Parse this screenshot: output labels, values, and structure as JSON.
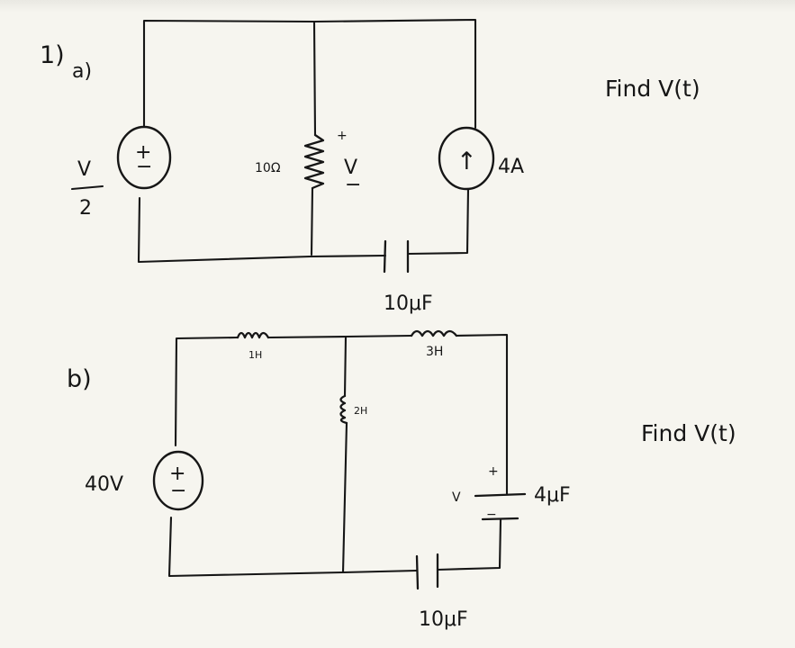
{
  "problem_number": "1)",
  "part_a": {
    "label": "a)",
    "task": "Find V(t)",
    "voltage_source_plus": "+",
    "voltage_source_minus": "−",
    "dep_source_num": "V",
    "dep_source_den": "2",
    "resistor_label": "10Ω",
    "resistor_plus": "+",
    "resistor_v": "V",
    "resistor_minus": "−",
    "current_source_arrow": "↑",
    "current_source_label": "4A",
    "capacitor_label": "10μF"
  },
  "part_b": {
    "label": "b)",
    "task": "Find V(t)",
    "source_label": "40V",
    "source_plus": "+",
    "source_minus": "−",
    "inductor1_label": "1H",
    "inductor2_label": "2H",
    "inductor3_label": "3H",
    "cap_v_label": "V",
    "cap_plus": "+",
    "cap_minus": "−",
    "cap4_label": "4μF",
    "cap10_label": "10μF"
  }
}
